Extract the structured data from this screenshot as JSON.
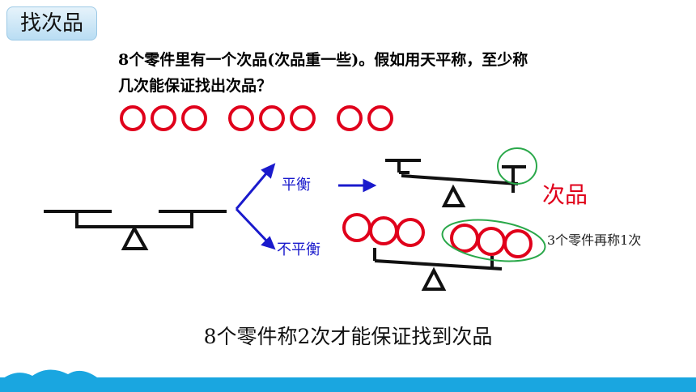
{
  "header": {
    "title": "找次品"
  },
  "problem": {
    "line1": "8个零件里有一个次品(次品重一些)。假如用天平称，至少称",
    "line2": "几次能保证找出次品？"
  },
  "diagram": {
    "balanced_label": "平衡",
    "unbalanced_label": "不平衡",
    "defective_label": "次品",
    "reweigh_note": "3个零件再称1次",
    "colors": {
      "ball": "#e0001b",
      "arrow": "#1a1acc",
      "ellipse": "#2aa84a",
      "footer": "#1aa6e0"
    }
  },
  "conclusion": "8个零件称2次才能保证找到次品"
}
